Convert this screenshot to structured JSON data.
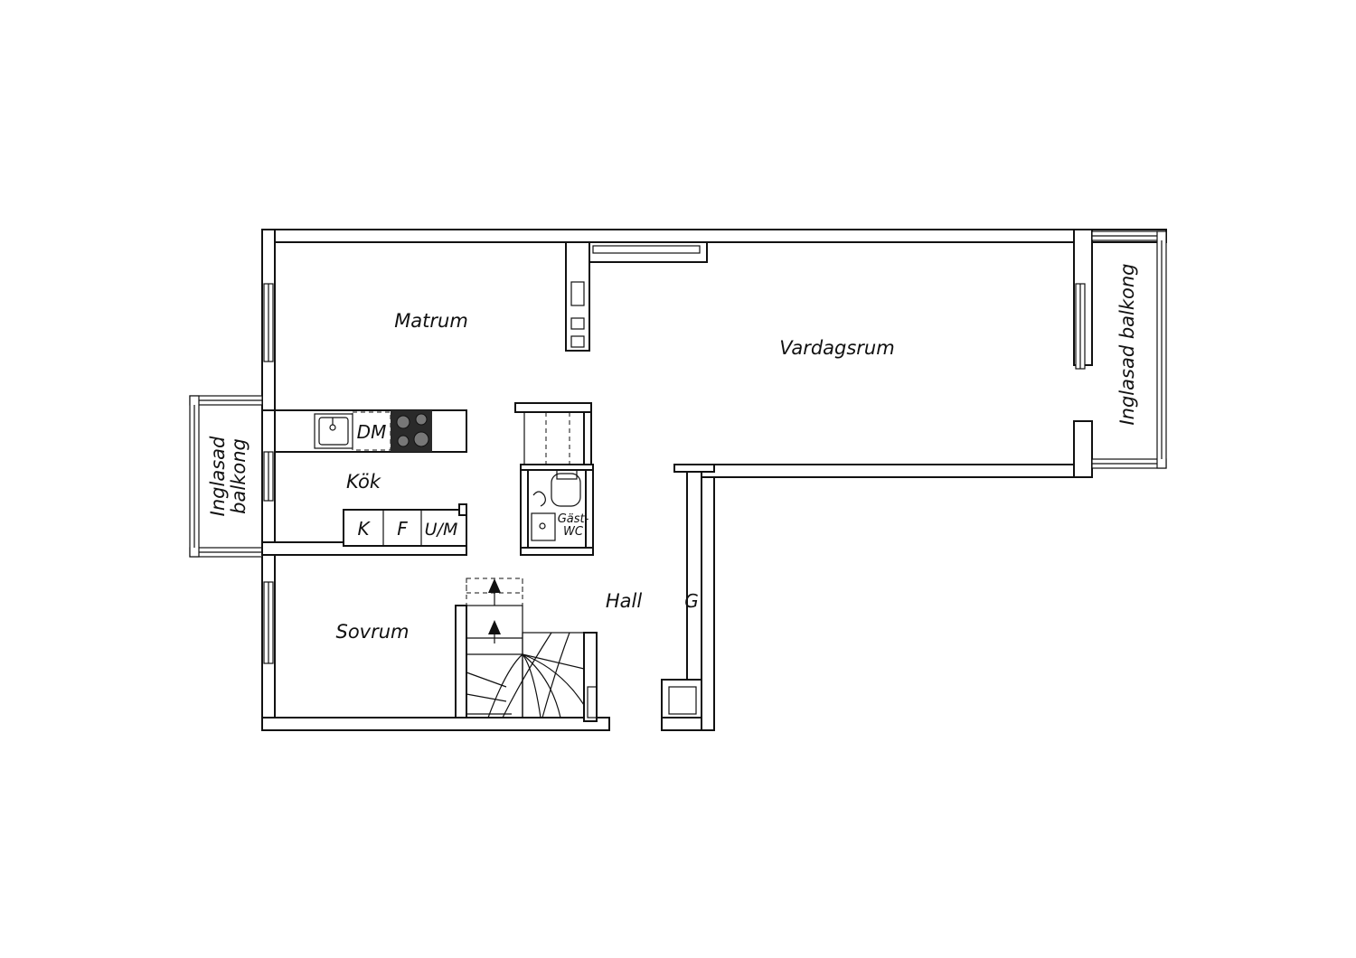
{
  "rooms": {
    "matrum": "Matrum",
    "vardagsrum": "Vardagsrum",
    "kok": "Kök",
    "sovrum": "Sovrum",
    "hall": "Hall",
    "gast_wc_line1": "Gäst-",
    "gast_wc_line2": "WC",
    "balkong_right": "Inglasad balkong",
    "balkong_left_line1": "Inglasad",
    "balkong_left_line2": "balkong"
  },
  "fixtures": {
    "dishwasher": "DM",
    "fridge": "K",
    "freezer": "F",
    "oven_micro": "U/M",
    "wardrobe": "G"
  },
  "colors": {
    "line": "#111111",
    "background": "#ffffff"
  }
}
